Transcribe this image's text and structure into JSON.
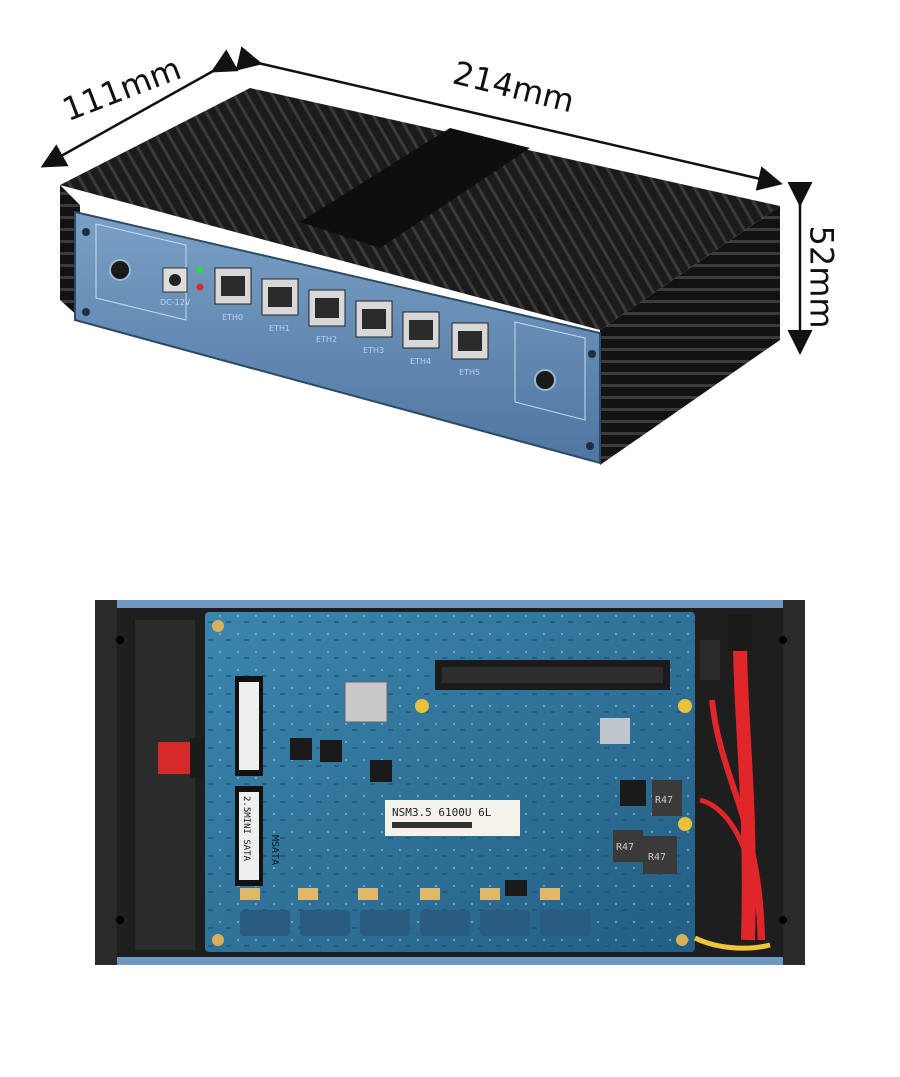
{
  "dimensions": {
    "depth": "111mm",
    "width": "214mm",
    "height": "52mm"
  },
  "front_panel": {
    "dc_label": "DC-12V",
    "ports": [
      "ETH0",
      "ETH1",
      "ETH2",
      "ETH3",
      "ETH4",
      "ETH5"
    ]
  },
  "board": {
    "chip_label": "NSM3.5 6100U 6L",
    "msata_label": "MSATA",
    "mini_sata_label": "2.5MINI SATA",
    "inductor_labels": [
      "R47",
      "R47",
      "R47"
    ]
  },
  "colors": {
    "heatsink": "#141414",
    "panel": "#5f86ad",
    "pcb": "#2d6f95",
    "cable_red": "#e0252b",
    "cable_yellow": "#f1c43a"
  }
}
